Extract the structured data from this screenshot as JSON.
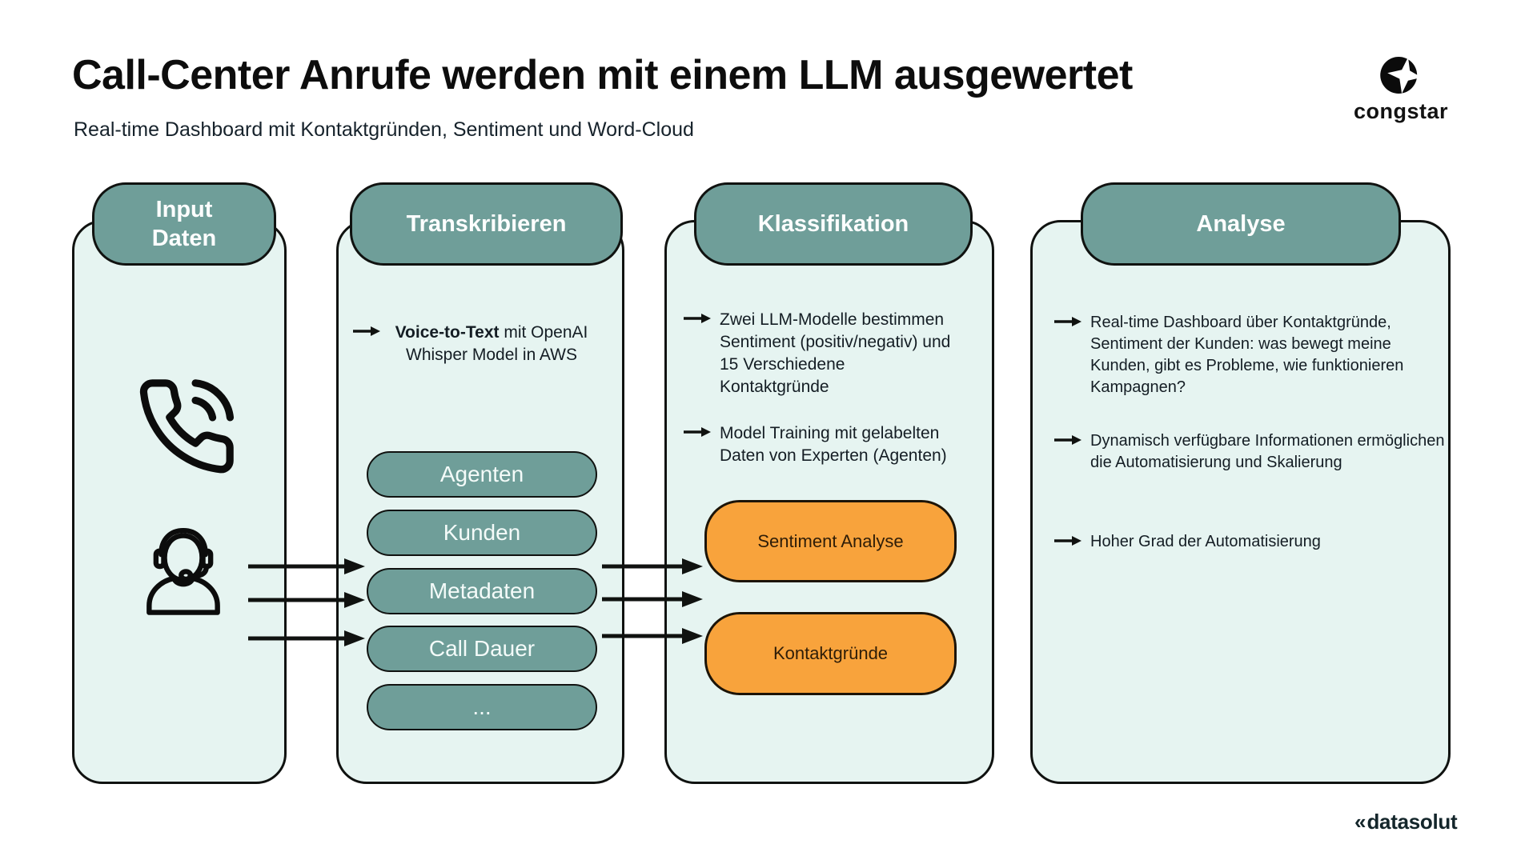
{
  "header": {
    "title": "Call-Center Anrufe werden mit einem LLM ausgewertet",
    "subtitle": "Real-time Dashboard mit Kontaktgründen, Sentiment und Word-Cloud",
    "brand": "congstar"
  },
  "footer": {
    "brand_mark": "«",
    "brand": "datasolut"
  },
  "columns": {
    "input": {
      "title": "Input Daten",
      "icons": [
        "phone-call-icon",
        "call-agent-headset-icon"
      ]
    },
    "transkribieren": {
      "title": "Transkribieren",
      "bullet_bold": "Voice-to-Text",
      "bullet_rest": " mit OpenAI Whisper Model in AWS",
      "pills": [
        "Agenten",
        "Kunden",
        "Metadaten",
        "Call Dauer",
        "..."
      ]
    },
    "klassifikation": {
      "title": "Klassifikation",
      "bullets": [
        "Zwei LLM-Modelle bestimmen Sentiment (positiv/negativ) und 15 Verschiedene Kontaktgründe",
        "Model Training mit gelabelten Daten von Experten (Agenten)"
      ],
      "pills": [
        "Sentiment Analyse",
        "Kontaktgründe"
      ]
    },
    "analyse": {
      "title": "Analyse",
      "bullets": [
        "Real-time Dashboard über Kontaktgründe, Sentiment der Kunden: was bewegt meine Kunden, gibt es Probleme, wie funktionieren Kampagnen?",
        "Dynamisch verfügbare Informationen ermöglichen die Automatisierung und Skalierung",
        "Hoher Grad der Automatisierung"
      ]
    }
  },
  "colors": {
    "teal": "#6f9e99",
    "mint": "#e6f4f1",
    "orange": "#f8a33c",
    "ink": "#141d24",
    "line": "#101210"
  }
}
